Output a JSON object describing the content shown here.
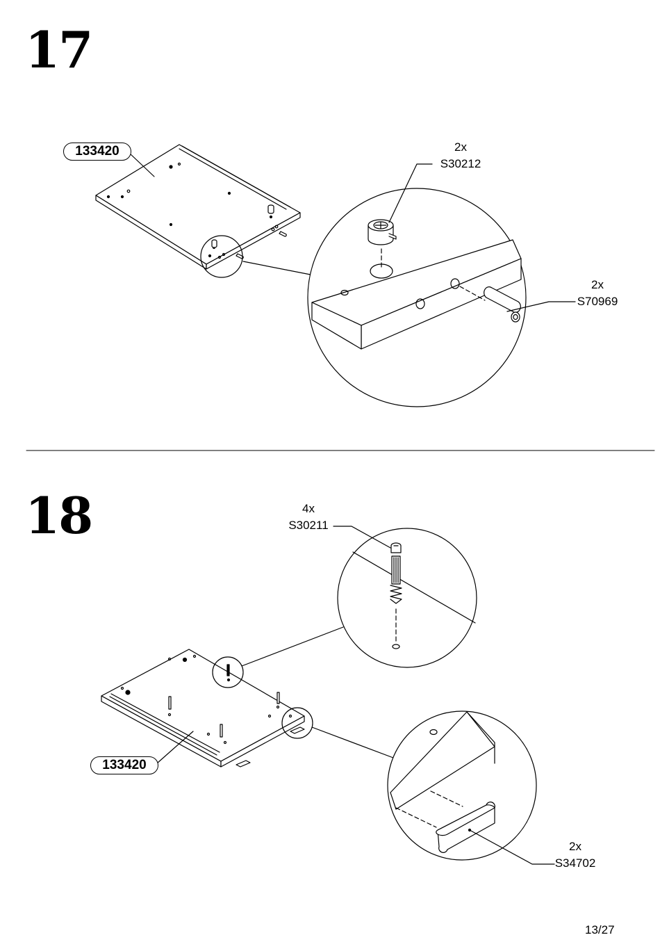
{
  "steps": [
    {
      "number": "17",
      "part_label": "133420",
      "hardware": [
        {
          "qty": "2x",
          "code": "S30212"
        },
        {
          "qty": "2x",
          "code": "S70969"
        }
      ]
    },
    {
      "number": "18",
      "part_label": "133420",
      "hardware": [
        {
          "qty": "4x",
          "code": "S30211"
        },
        {
          "qty": "2x",
          "code": "S34702"
        }
      ]
    }
  ],
  "page": {
    "number": "13/27"
  }
}
